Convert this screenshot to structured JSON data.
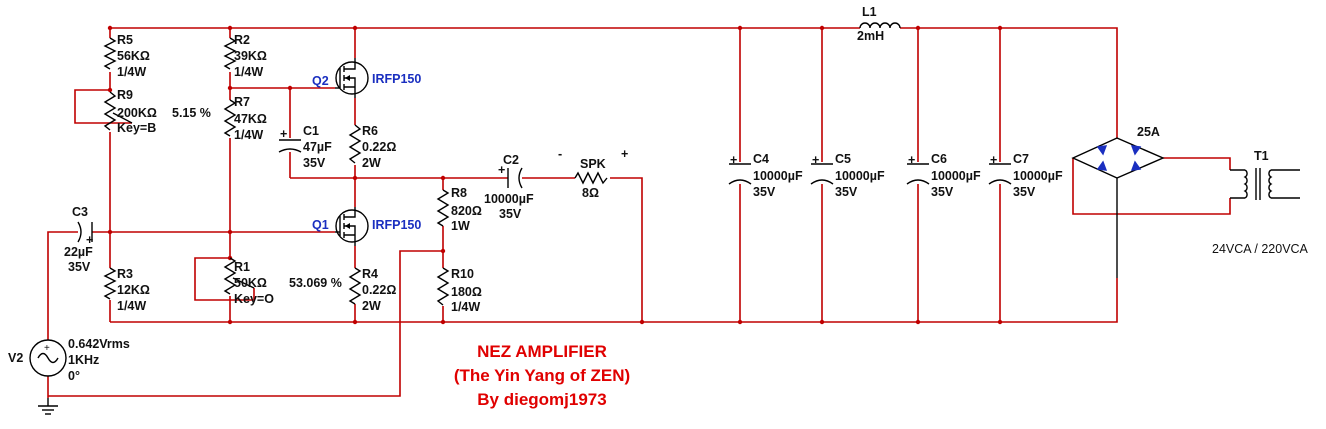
{
  "title": {
    "line1": "NEZ AMPLIFIER",
    "line2": "(The Yin Yang of ZEN)",
    "line3": "By diegomj1973"
  },
  "colors": {
    "wire": "#c00000",
    "title": "#e00000",
    "transistor": "#1a2fc0",
    "component": "#000000"
  },
  "resistors": {
    "r5": {
      "name": "R5",
      "value": "56KΩ",
      "power": "1/4W"
    },
    "r2": {
      "name": "R2",
      "value": "39KΩ",
      "power": "1/4W"
    },
    "r7": {
      "name": "R7",
      "value": "47KΩ",
      "power": "1/4W"
    },
    "r9": {
      "name": "R9",
      "value": "200KΩ",
      "key": "Key=B",
      "setting": "5.15 %"
    },
    "r1": {
      "name": "R1",
      "value": "50KΩ",
      "key": "Key=O",
      "setting": "53.069 %"
    },
    "r3": {
      "name": "R3",
      "value": "12KΩ",
      "power": "1/4W"
    },
    "r6": {
      "name": "R6",
      "value": "0.22Ω",
      "power": "2W"
    },
    "r4": {
      "name": "R4",
      "value": "0.22Ω",
      "power": "2W"
    },
    "r8": {
      "name": "R8",
      "value": "820Ω",
      "power": "1W"
    },
    "r10": {
      "name": "R10",
      "value": "180Ω",
      "power": "1/4W"
    }
  },
  "capacitors": {
    "c1": {
      "name": "C1",
      "value": "47µF",
      "voltage": "35V"
    },
    "c2": {
      "name": "C2",
      "value": "10000µF",
      "voltage": "35V"
    },
    "c3": {
      "name": "C3",
      "value": "22µF",
      "voltage": "35V"
    },
    "c4": {
      "name": "C4",
      "value": "10000µF",
      "voltage": "35V"
    },
    "c5": {
      "name": "C5",
      "value": "10000µF",
      "voltage": "35V"
    },
    "c6": {
      "name": "C6",
      "value": "10000µF",
      "voltage": "35V"
    },
    "c7": {
      "name": "C7",
      "value": "10000µF",
      "voltage": "35V"
    }
  },
  "transistors": {
    "q1": {
      "name": "Q1",
      "part": "IRFP150"
    },
    "q2": {
      "name": "Q2",
      "part": "IRFP150"
    }
  },
  "inductor": {
    "name": "L1",
    "value": "2mH"
  },
  "speaker": {
    "name": "SPK",
    "value": "8Ω",
    "minus": "-",
    "plus": "+"
  },
  "source": {
    "name": "V2",
    "amplitude": "0.642Vrms",
    "frequency": "1KHz",
    "phase": "0°"
  },
  "bridge": {
    "rating": "25A"
  },
  "transformer": {
    "name": "T1",
    "rating": "24VCA / 220VCA"
  },
  "polarity": {
    "plus": "+"
  }
}
